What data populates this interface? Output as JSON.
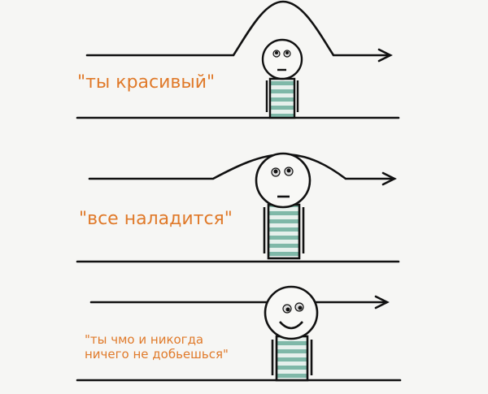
{
  "panels": [
    {
      "caption": "\"ты красивый\"",
      "expression": "neutral",
      "bump": "high"
    },
    {
      "caption": "\"все наладится\"",
      "expression": "neutral",
      "bump": "low"
    },
    {
      "caption_line1": "\"ты чмо и никогда",
      "caption_line2": "ничего не добьешься\"",
      "expression": "smile",
      "bump": "none"
    }
  ],
  "colors": {
    "caption": "#e07a2a",
    "stripe": "#7fb8a8",
    "line": "#111111"
  }
}
